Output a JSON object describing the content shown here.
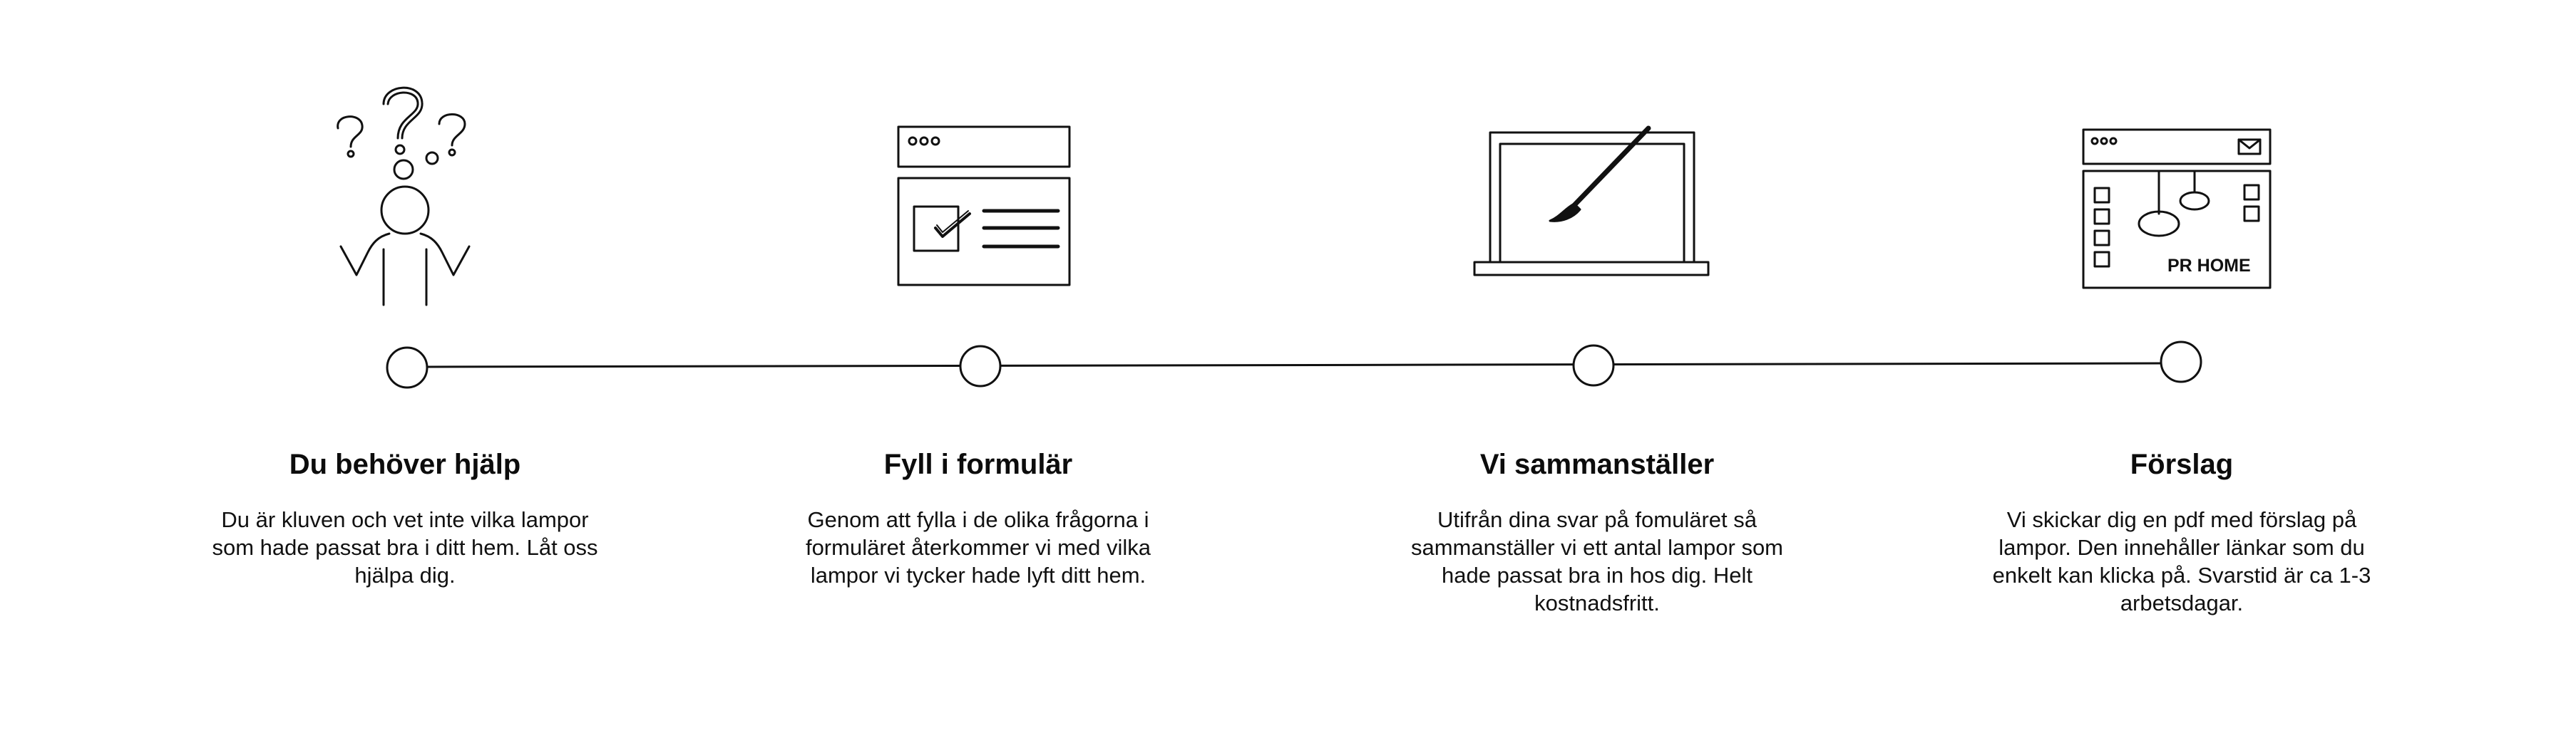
{
  "steps": [
    {
      "title": "Du behöver hjälp",
      "desc": "Du är kluven och vet inte vilka lampor som hade passat bra i ditt hem. Låt oss hjälpa dig.",
      "icon": "confused-person-icon"
    },
    {
      "title": "Fyll i formulär",
      "desc": "Genom att fylla i de olika frågorna i formuläret återkommer vi med vilka lampor vi tycker hade lyft ditt hem.",
      "icon": "form-checklist-icon"
    },
    {
      "title": "Vi sammanställer",
      "desc": "Utifrån dina svar på fomuläret så sammanställer vi ett antal lampor som hade passat bra in hos dig. Helt kostnadsfritt.",
      "icon": "canvas-brush-icon"
    },
    {
      "title": "Förslag",
      "desc": "Vi skickar dig en pdf med förslag på lampor. Den innehåller länkar som du enkelt kan klicka på. Svarstid är ca 1-3 arbetsdagar.",
      "icon": "proposal-window-icon"
    }
  ],
  "brand_logo": "PR HOME",
  "colors": {
    "line": "#111111",
    "background": "#ffffff"
  }
}
